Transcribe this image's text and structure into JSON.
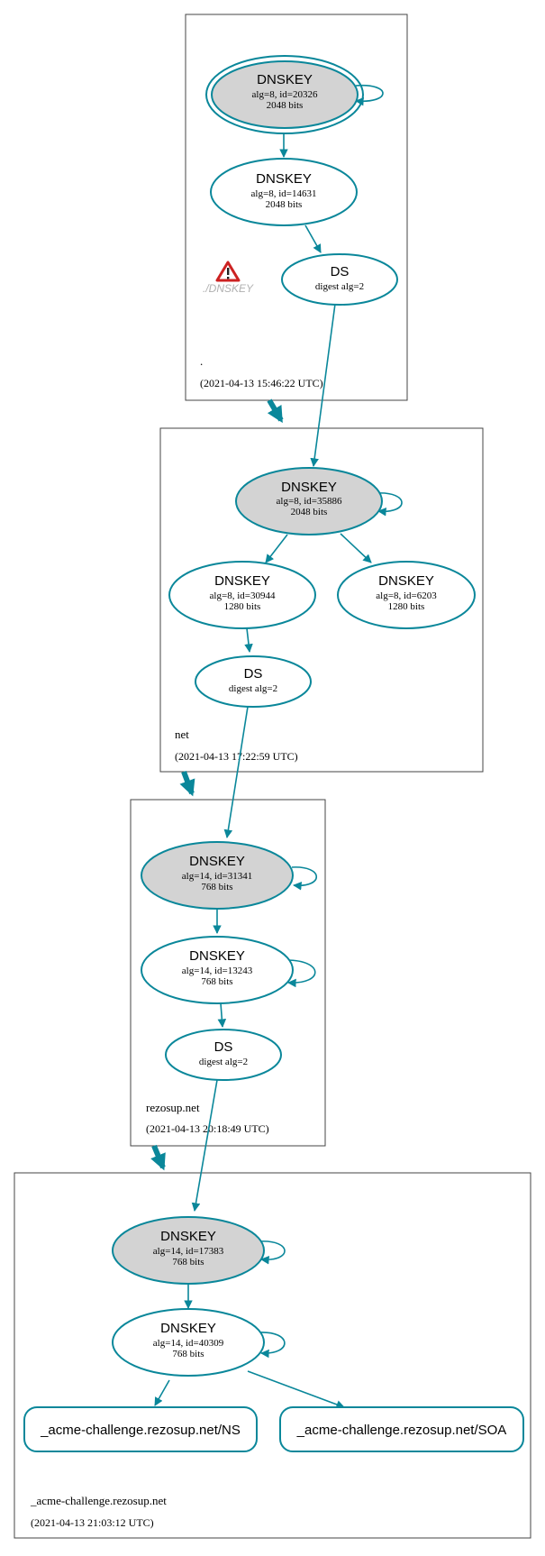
{
  "colors": {
    "edge": "#0a879a",
    "zone_border": "#444444",
    "ksk_fill": "#d3d3d3",
    "warning_red": "#cc2222",
    "warning_label": "#b0b0b0"
  },
  "zones": [
    {
      "name": ".",
      "timestamp": "(2021-04-13 15:46:22 UTC)"
    },
    {
      "name": "net",
      "timestamp": "(2021-04-13 17:22:59 UTC)"
    },
    {
      "name": "rezosup.net",
      "timestamp": "(2021-04-13 20:18:49 UTC)"
    },
    {
      "name": "_acme-challenge.rezosup.net",
      "timestamp": "(2021-04-13 21:03:12 UTC)"
    }
  ],
  "nodes": {
    "root_ksk": {
      "title": "DNSKEY",
      "line1": "alg=8, id=20326",
      "line2": "2048 bits"
    },
    "root_zsk": {
      "title": "DNSKEY",
      "line1": "alg=8, id=14631",
      "line2": "2048 bits"
    },
    "root_ds": {
      "title": "DS",
      "line1": "digest alg=2"
    },
    "root_warning_label": "./DNSKEY",
    "net_ksk": {
      "title": "DNSKEY",
      "line1": "alg=8, id=35886",
      "line2": "2048 bits"
    },
    "net_zsk1": {
      "title": "DNSKEY",
      "line1": "alg=8, id=30944",
      "line2": "1280 bits"
    },
    "net_zsk2": {
      "title": "DNSKEY",
      "line1": "alg=8, id=6203",
      "line2": "1280 bits"
    },
    "net_ds": {
      "title": "DS",
      "line1": "digest alg=2"
    },
    "rez_ksk": {
      "title": "DNSKEY",
      "line1": "alg=14, id=31341",
      "line2": "768 bits"
    },
    "rez_zsk": {
      "title": "DNSKEY",
      "line1": "alg=14, id=13243",
      "line2": "768 bits"
    },
    "rez_ds": {
      "title": "DS",
      "line1": "digest alg=2"
    },
    "acme_ksk": {
      "title": "DNSKEY",
      "line1": "alg=14, id=17383",
      "line2": "768 bits"
    },
    "acme_zsk": {
      "title": "DNSKEY",
      "line1": "alg=14, id=40309",
      "line2": "768 bits"
    },
    "acme_ns": {
      "title": "_acme-challenge.rezosup.net/NS"
    },
    "acme_soa": {
      "title": "_acme-challenge.rezosup.net/SOA"
    }
  }
}
